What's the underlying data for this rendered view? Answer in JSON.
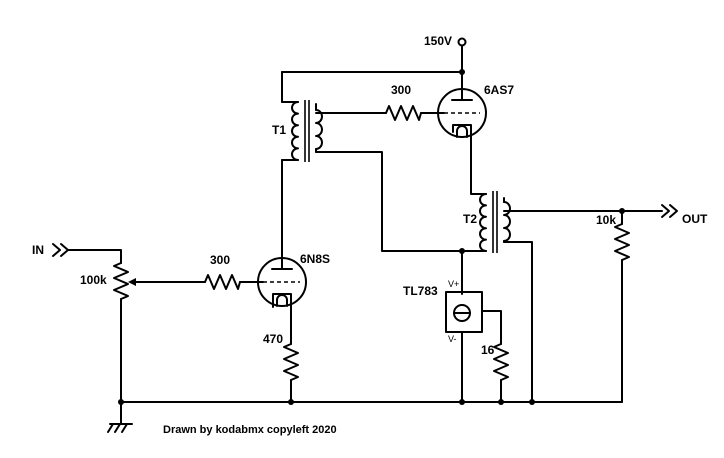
{
  "labels": {
    "supply": "150V",
    "output_tube": "6AS7",
    "grid_resistor_top": "300",
    "t1": "T1",
    "t2": "T2",
    "load_resistor": "10k",
    "out": "OUT",
    "in": "IN",
    "pot": "100k",
    "grid_resistor_bottom": "300",
    "input_tube": "6N8S",
    "regulator": "TL783",
    "reg_vplus": "V+",
    "reg_vminus": "V-",
    "cathode_resistor": "470",
    "set_resistor": "16",
    "credit": "Drawn by kodabmx copyleft 2020"
  }
}
